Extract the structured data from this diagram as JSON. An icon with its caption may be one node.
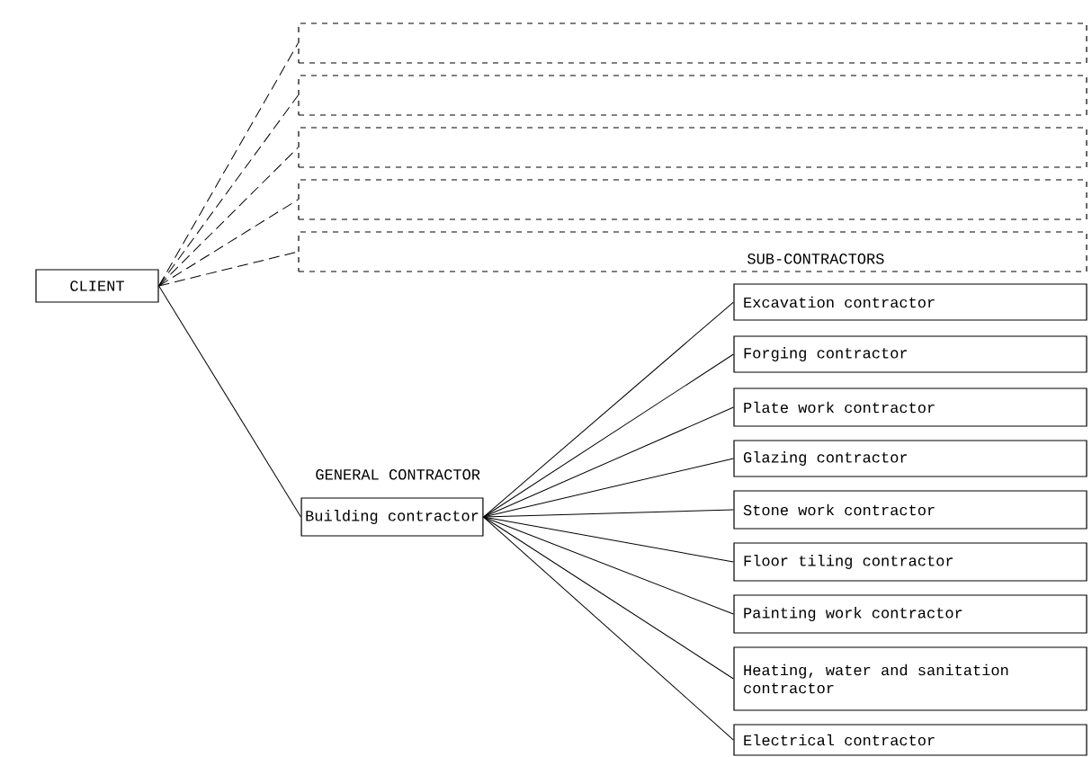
{
  "diagram": {
    "nodes": [
      {
        "text": [
          "CLIENT"
        ]
      },
      {
        "text": [],
        "shape": "box"
      },
      {
        "text": [],
        "shape": "box"
      },
      {
        "text": [],
        "shape": "box"
      },
      {
        "text": [],
        "shape": "box"
      },
      {
        "text": [],
        "shape": "box"
      },
      {
        "text": [
          "GENERAL CONTRACTOR",
          "Building contractor"
        ]
      },
      {
        "text": [
          "Excavation contractor"
        ]
      },
      {
        "text": [
          "Forging contractor"
        ]
      },
      {
        "text": [
          "Plate work contractor"
        ]
      },
      {
        "text": [
          "Glazing contractor"
        ]
      },
      {
        "text": [
          "Stone work contractor"
        ]
      },
      {
        "text": [
          "Floor tiling contractor"
        ]
      },
      {
        "text": [
          "Painting work contractor"
        ]
      },
      {
        "text": [
          "Heating, water and sanitation contractor"
        ]
      },
      {
        "text": [
          "Electrical contractor"
        ]
      }
    ],
    "edges": [
      {
        "from": 0,
        "to": 1,
        "arrow": "none",
        "style": "dashed"
      },
      {
        "from": 0,
        "to": 2,
        "arrow": "none",
        "style": "dashed"
      },
      {
        "from": 0,
        "to": 3,
        "arrow": "none",
        "style": "dashed"
      },
      {
        "from": 0,
        "to": 4,
        "arrow": "none",
        "style": "dashed"
      },
      {
        "from": 0,
        "to": 5,
        "arrow": "none",
        "style": "dashed"
      },
      {
        "from": 0,
        "to": 6,
        "arrow": "none"
      },
      {
        "from": 6,
        "to": 7,
        "arrow": "none"
      },
      {
        "from": 6,
        "to": 8,
        "arrow": "none"
      },
      {
        "from": 6,
        "to": 9,
        "arrow": "none"
      },
      {
        "from": 6,
        "to": 10,
        "arrow": "none"
      },
      {
        "from": 6,
        "to": 11,
        "arrow": "none"
      },
      {
        "from": 6,
        "to": 12,
        "arrow": "none"
      },
      {
        "from": 6,
        "to": 13,
        "arrow": "none"
      },
      {
        "from": 6,
        "to": 14,
        "arrow": "none"
      },
      {
        "from": 6,
        "to": 15,
        "arrow": "none"
      }
    ],
    "labels": [
      "SUB-CONTRACTORS"
    ]
  }
}
